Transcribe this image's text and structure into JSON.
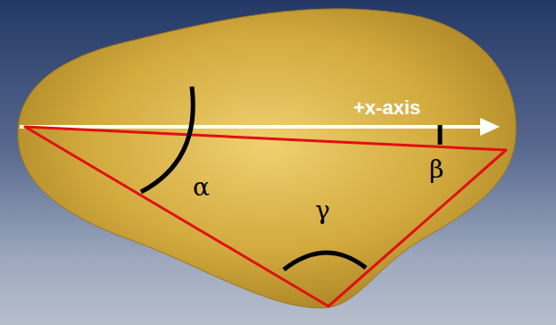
{
  "diagram": {
    "labels": [
      "+x-axis",
      "α",
      "β",
      "γ"
    ]
  }
}
